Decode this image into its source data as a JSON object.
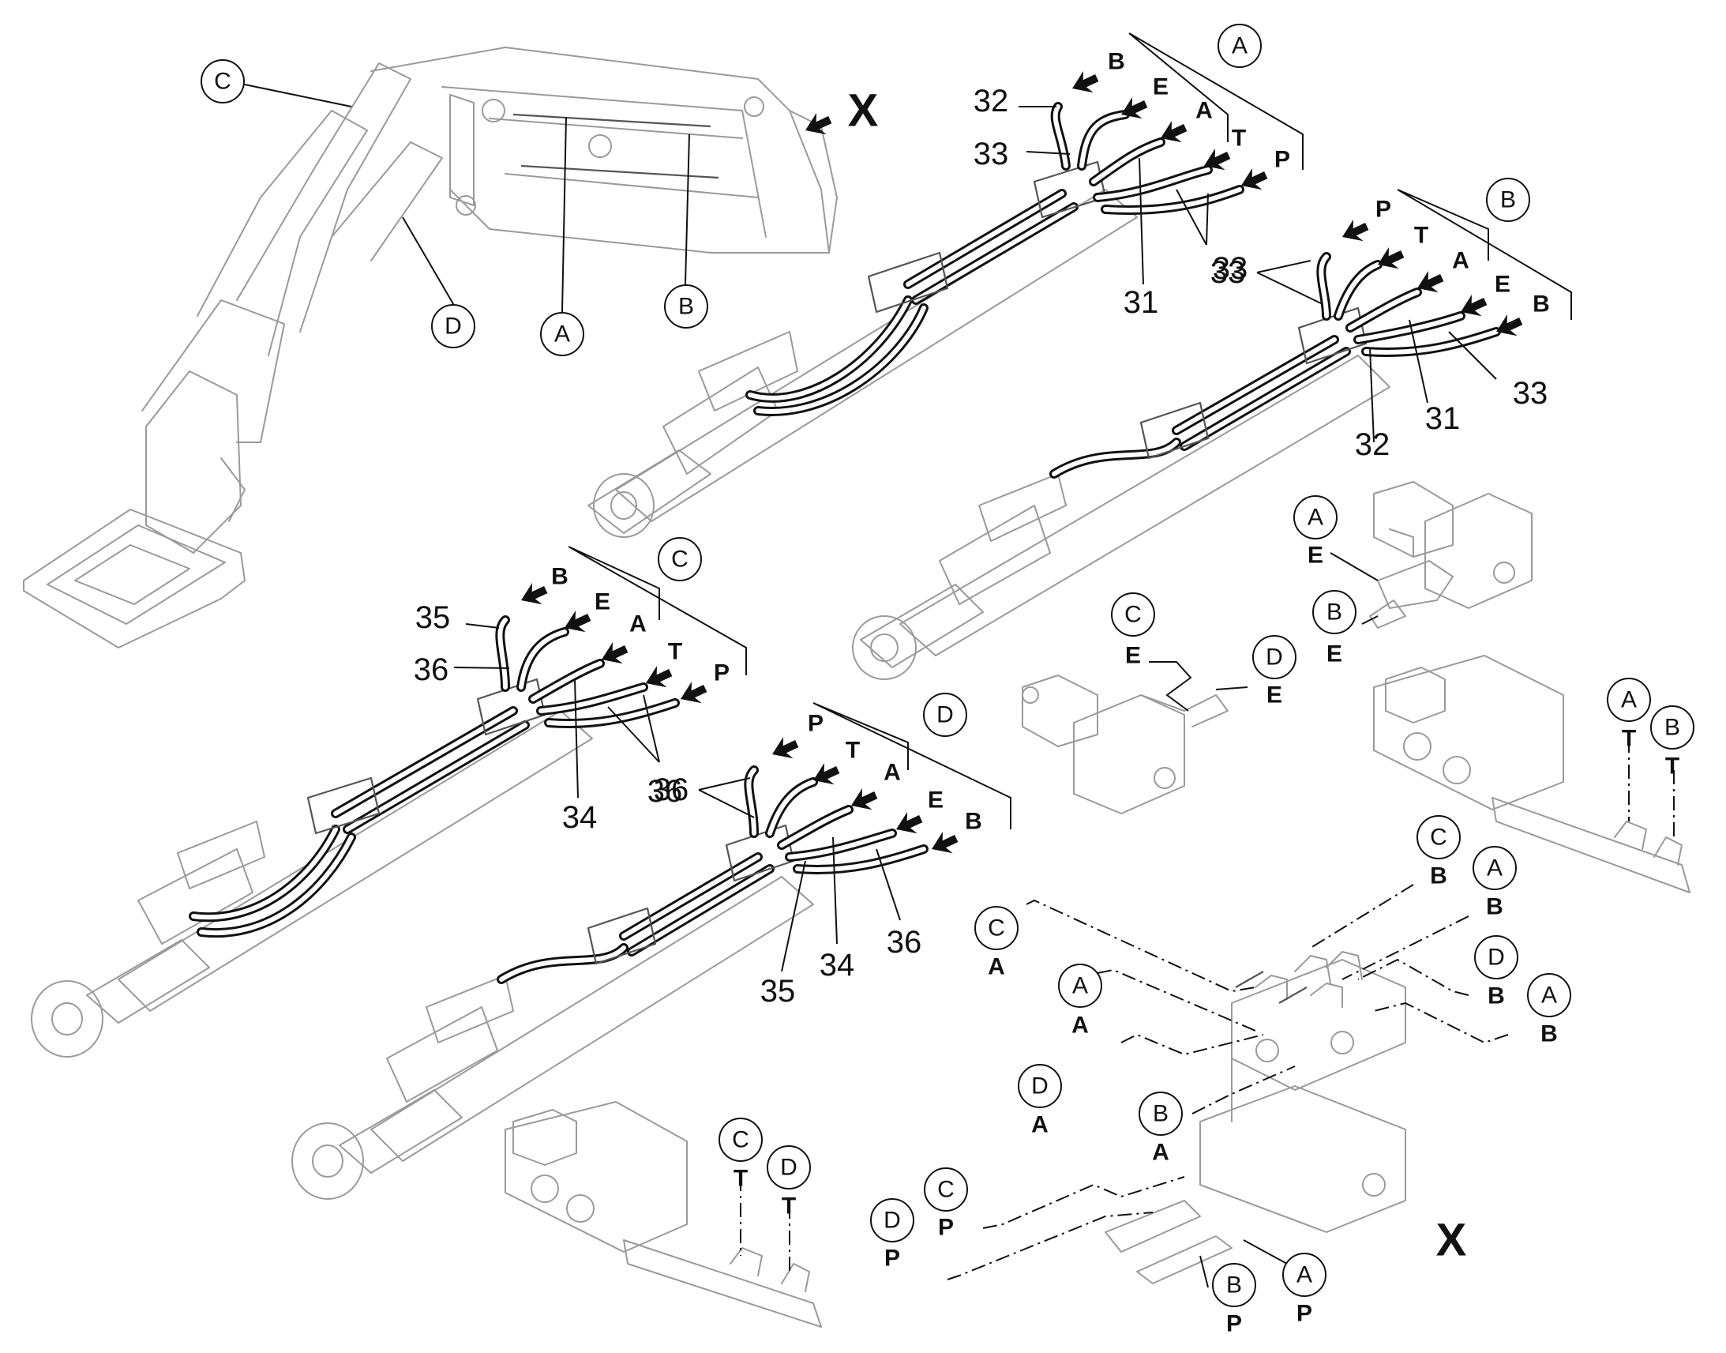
{
  "view_x": "X",
  "boom": {
    "callouts": [
      "C",
      "D",
      "A",
      "B"
    ]
  },
  "cylinder_A": {
    "ref": "A",
    "items": [
      "32",
      "33",
      "31",
      "33"
    ],
    "ports": [
      "B",
      "E",
      "A",
      "T",
      "P"
    ]
  },
  "cylinder_B": {
    "ref": "B",
    "items": [
      "33",
      "31",
      "32",
      "33"
    ],
    "ports": [
      "P",
      "T",
      "A",
      "E",
      "B"
    ]
  },
  "cylinder_C": {
    "ref": "C",
    "items": [
      "35",
      "36",
      "34",
      "36"
    ],
    "ports": [
      "B",
      "E",
      "A",
      "T",
      "P"
    ]
  },
  "cylinder_D": {
    "ref": "D",
    "items": [
      "36",
      "34",
      "35",
      "36"
    ],
    "ports": [
      "P",
      "T",
      "A",
      "E",
      "B"
    ]
  },
  "valve_AB_E": {
    "refs": [
      [
        "A",
        "E"
      ],
      [
        "B",
        "E"
      ]
    ]
  },
  "valve_CD_E": {
    "refs": [
      [
        "C",
        "E"
      ],
      [
        "D",
        "E"
      ]
    ]
  },
  "valve_AB_T": {
    "refs": [
      [
        "A",
        "T"
      ],
      [
        "B",
        "T"
      ]
    ]
  },
  "valve_CD_T": {
    "refs": [
      [
        "C",
        "T"
      ],
      [
        "D",
        "T"
      ]
    ]
  },
  "manifold": {
    "label": "X",
    "refs": [
      [
        "C",
        "B"
      ],
      [
        "A",
        "B"
      ],
      [
        "C",
        "A"
      ],
      [
        "D",
        "B"
      ],
      [
        "A",
        "A"
      ],
      [
        "A",
        "B"
      ],
      [
        "D",
        "A"
      ],
      [
        "B",
        "A"
      ],
      [
        "C",
        "P"
      ],
      [
        "D",
        "P"
      ],
      [
        "B",
        "P"
      ],
      [
        "A",
        "P"
      ]
    ]
  }
}
